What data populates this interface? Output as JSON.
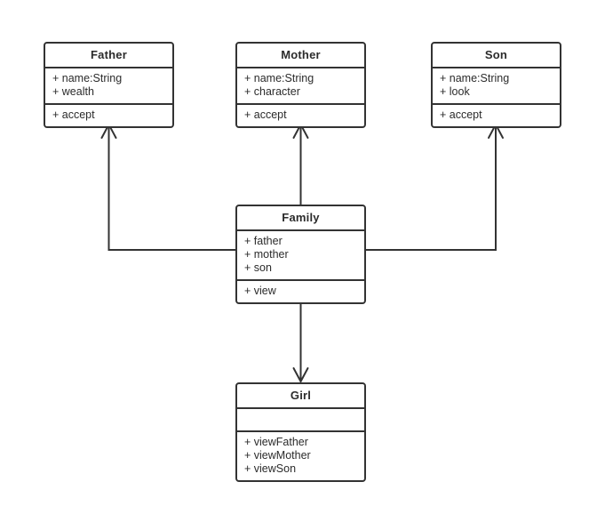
{
  "diagram": {
    "type": "uml-class-diagram",
    "colors": {
      "background": "#ffffff",
      "node_fill": "#ffffff",
      "stroke": "#333333",
      "text": "#2b2b2b"
    },
    "classes": [
      {
        "id": "father",
        "name": "Father",
        "attributes": [
          "+ name:String",
          "+ wealth"
        ],
        "methods": [
          "+ accept"
        ]
      },
      {
        "id": "mother",
        "name": "Mother",
        "attributes": [
          "+ name:String",
          "+ character"
        ],
        "methods": [
          "+ accept"
        ]
      },
      {
        "id": "son",
        "name": "Son",
        "attributes": [
          "+ name:String",
          "+ look"
        ],
        "methods": [
          "+ accept"
        ]
      },
      {
        "id": "family",
        "name": "Family",
        "attributes": [
          "+ father",
          "+ mother",
          "+ son"
        ],
        "methods": [
          "+ view"
        ]
      },
      {
        "id": "girl",
        "name": "Girl",
        "attributes": [],
        "methods": [
          "+ viewFather",
          "+ viewMother",
          "+ viewSon"
        ]
      }
    ],
    "connections": [
      {
        "from": "Family",
        "to": "Father",
        "style": "open-arrow",
        "route": "left-then-up"
      },
      {
        "from": "Family",
        "to": "Mother",
        "style": "open-arrow",
        "route": "straight-up"
      },
      {
        "from": "Family",
        "to": "Son",
        "style": "open-arrow",
        "route": "right-then-up"
      },
      {
        "from": "Family",
        "to": "Girl",
        "style": "open-arrow",
        "route": "straight-down"
      }
    ]
  }
}
